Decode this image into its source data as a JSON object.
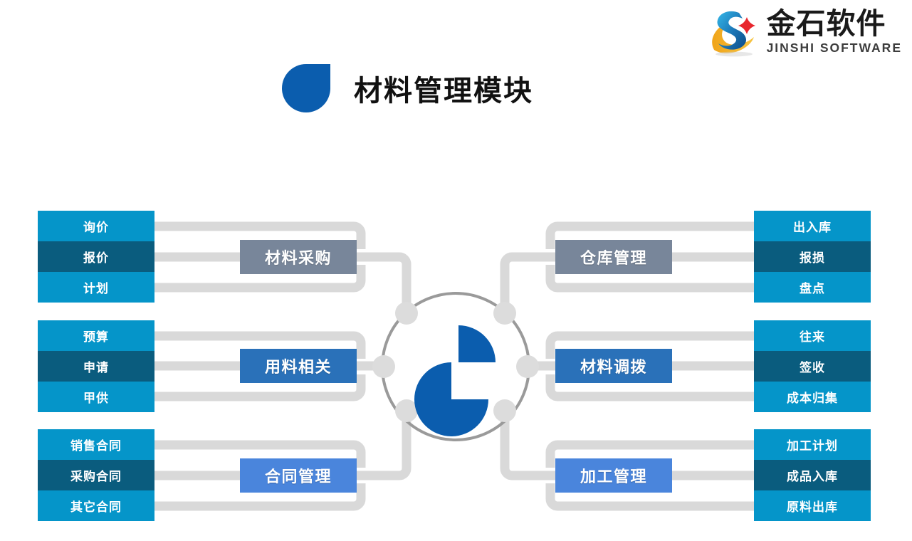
{
  "brand": {
    "name": "金石软件",
    "subtitle": "JINSHI SOFTWARE",
    "mark_icon": "jinshi-s-swoosh-logo"
  },
  "title": {
    "text": "材料管理模块",
    "droplet_icon": "blue-droplet"
  },
  "center": {
    "hub_icon": "pie-chart-icon",
    "ring_icon": "node-ring",
    "node_count": 6
  },
  "colors": {
    "leaf_cyan": "#0595C9",
    "leaf_teal": "#0A5C7E",
    "hub_gray": "#78869A",
    "hub_blue": "#2A71B9",
    "hub_lightblue": "#4A85DC",
    "connector": "#D9D9D9",
    "ring": "#9A9A9A",
    "node": "#DCDCDC",
    "pie": "#0B5DAE",
    "title": "#111111"
  },
  "branches": [
    {
      "hub": "材料采购",
      "hub_style": "hub-gray",
      "side": "left",
      "leaves": [
        {
          "label": "询价",
          "style": "leaf-cyan"
        },
        {
          "label": "报价",
          "style": "leaf-teal"
        },
        {
          "label": "计划",
          "style": "leaf-cyan"
        }
      ]
    },
    {
      "hub": "用料相关",
      "hub_style": "hub-blue",
      "side": "left",
      "leaves": [
        {
          "label": "预算",
          "style": "leaf-cyan"
        },
        {
          "label": "申请",
          "style": "leaf-teal"
        },
        {
          "label": "甲供",
          "style": "leaf-cyan"
        }
      ]
    },
    {
      "hub": "合同管理",
      "hub_style": "hub-lightblue",
      "side": "left",
      "leaves": [
        {
          "label": "销售合同",
          "style": "leaf-cyan"
        },
        {
          "label": "采购合同",
          "style": "leaf-teal"
        },
        {
          "label": "其它合同",
          "style": "leaf-cyan"
        }
      ]
    },
    {
      "hub": "仓库管理",
      "hub_style": "hub-gray",
      "side": "right",
      "leaves": [
        {
          "label": "出入库",
          "style": "leaf-cyan"
        },
        {
          "label": "报损",
          "style": "leaf-teal"
        },
        {
          "label": "盘点",
          "style": "leaf-cyan"
        }
      ]
    },
    {
      "hub": "材料调拨",
      "hub_style": "hub-blue",
      "side": "right",
      "leaves": [
        {
          "label": "往来",
          "style": "leaf-cyan"
        },
        {
          "label": "签收",
          "style": "leaf-teal"
        },
        {
          "label": "成本归集",
          "style": "leaf-cyan"
        }
      ]
    },
    {
      "hub": "加工管理",
      "hub_style": "hub-lightblue",
      "side": "right",
      "leaves": [
        {
          "label": "加工计划",
          "style": "leaf-cyan"
        },
        {
          "label": "成品入库",
          "style": "leaf-teal"
        },
        {
          "label": "原料出库",
          "style": "leaf-cyan"
        }
      ]
    }
  ]
}
